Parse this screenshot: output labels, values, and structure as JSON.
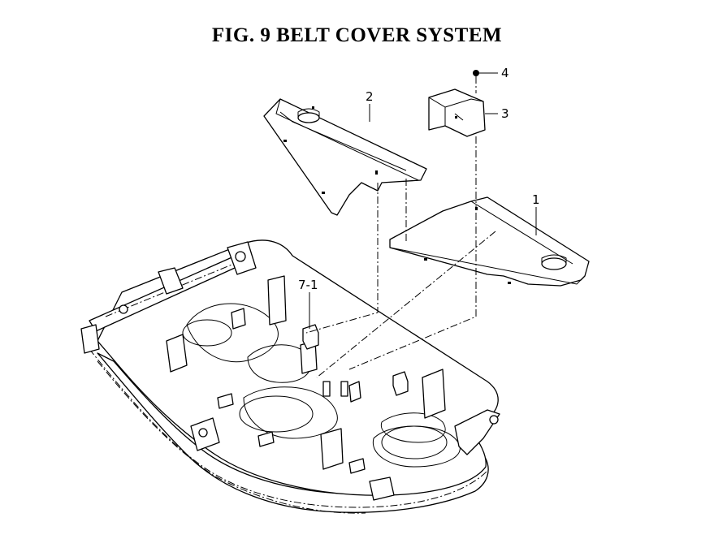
{
  "figure": {
    "title": "FIG.  9  BELT COVER SYSTEM"
  },
  "callouts": {
    "c1": "1",
    "c2": "2",
    "c3": "3",
    "c4": "4",
    "c7_1": "7-1"
  }
}
